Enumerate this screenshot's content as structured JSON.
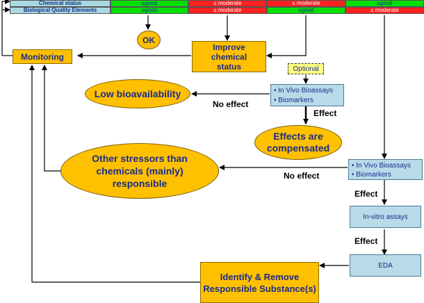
{
  "colors": {
    "green": "#00e000",
    "red": "#ff2020",
    "header": "#a8d8e0",
    "yellow": "#ffc000",
    "blue_box": "#b7dbe8",
    "text": "#1a2b8c"
  },
  "table": {
    "row1_label": "Chemical status",
    "row2_label": "Biological Quality Elements",
    "row1": [
      "≥good",
      "≤ moderate",
      "≤ moderate",
      "≥good"
    ],
    "row2": [
      "≥good",
      "≤ moderate",
      "≥good",
      "≤ moderate"
    ]
  },
  "nodes": {
    "ok": "OK",
    "improve_line1": "Improve",
    "improve_line2": "chemical",
    "improve_line3": "status",
    "monitoring": "Monitoring",
    "optional": "Optional",
    "low_bio": "Low bioavailability",
    "bio1_item1": "In Vivo Bioassays",
    "bio1_item2": "Biomarkers",
    "effects_line1": "Effects are",
    "effects_line2": "compensated",
    "other_line1": "Other stressors than",
    "other_line2": "chemicals (mainly)",
    "other_line3": "responsible",
    "bio2_item1": "In Vivo Bioassays",
    "bio2_item2": "Biomarkers",
    "invitro": "In-vitro assays",
    "eda": "EDA",
    "identify_line1": "Identify & Remove",
    "identify_line2": "Responsible Substance(s)"
  },
  "labels": {
    "no_effect_1": "No effect",
    "effect_1": "Effect",
    "no_effect_2": "No effect",
    "effect_2": "Effect",
    "effect_3": "Effect"
  }
}
